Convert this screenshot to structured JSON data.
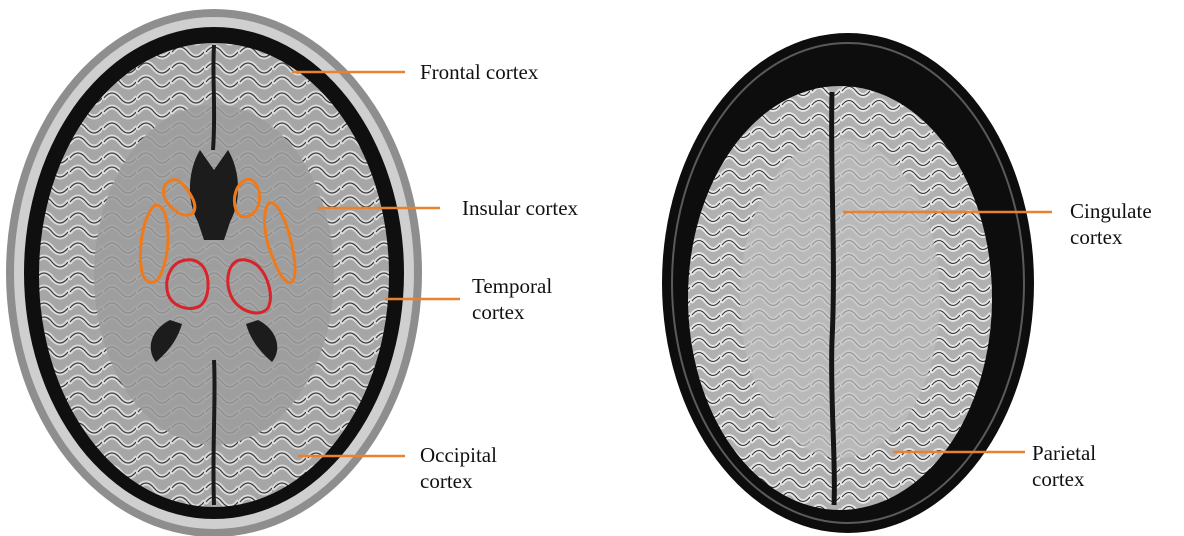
{
  "colors": {
    "leader_line": "#e8822e",
    "outline_orange": "#f07a1a",
    "outline_red": "#d8232a",
    "skull": "#0d0d0d",
    "scalp": "#9a9a9a",
    "white_matter": "#a8a8a8",
    "gyri": "#d4d4d4"
  },
  "labels": {
    "frontal": "Frontal cortex",
    "insular": "Insular cortex",
    "temporal_1": "Temporal",
    "temporal_2": "cortex",
    "occipital_1": "Occipital",
    "occipital_2": "cortex",
    "cingulate_1": "Cingulate",
    "cingulate_2": "cortex",
    "parietal_1": "Parietal",
    "parietal_2": "cortex"
  },
  "icons": [
    "axial-brain-mri-slice",
    "superior-axial-brain-mri-slice"
  ]
}
